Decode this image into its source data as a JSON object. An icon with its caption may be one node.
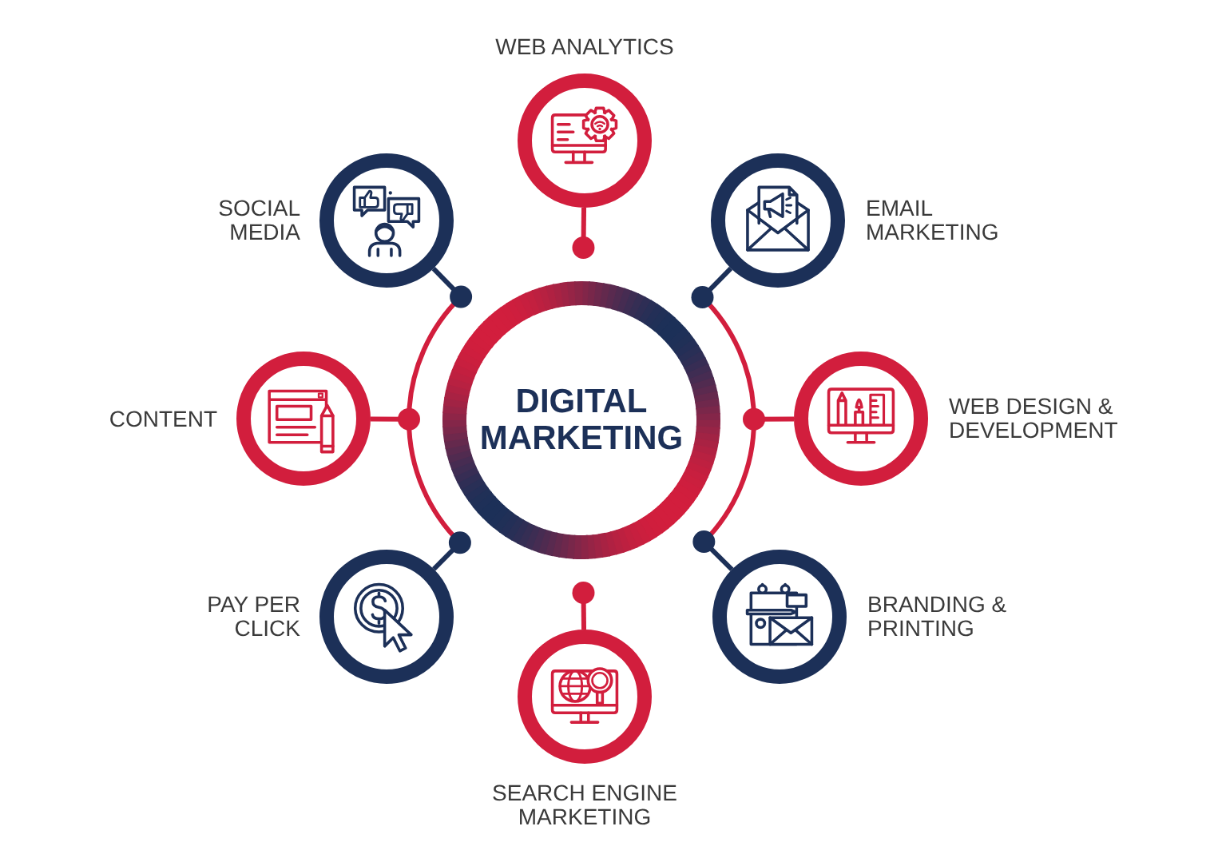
{
  "diagram": {
    "nodes": [
      {
        "text": [
          "WEB ANALYTICS"
        ]
      },
      {
        "text": [
          "SOCIAL MEDIA"
        ]
      },
      {
        "text": [
          "EMAIL MARKETING"
        ]
      },
      {
        "text": [
          "CONTENT"
        ]
      },
      {
        "text": [
          "DIGITAL MARKETING"
        ]
      },
      {
        "text": [
          "WEB DESIGN & DEVELOPMENT"
        ]
      },
      {
        "text": [
          "PAY PER CLICK"
        ]
      },
      {
        "text": [
          "BRANDING & PRINTING"
        ]
      },
      {
        "text": [
          "SEARCH ENGINE MARKETING"
        ]
      }
    ],
    "edges": [
      {
        "from": 0,
        "to": 4,
        "arrow": "other",
        "color": "#d21e3d"
      },
      {
        "from": 1,
        "to": 4,
        "arrow": "other",
        "color": "#1c3058"
      },
      {
        "from": 2,
        "to": 4,
        "arrow": "other",
        "color": "#1c3058"
      },
      {
        "from": 3,
        "to": 4,
        "arrow": "other",
        "color": "#d21e3d"
      },
      {
        "from": 5,
        "to": 4,
        "arrow": "other",
        "color": "#d21e3d"
      },
      {
        "from": 6,
        "to": 4,
        "arrow": "other",
        "color": "#1c3058"
      },
      {
        "from": 7,
        "to": 4,
        "arrow": "other",
        "color": "#1c3058"
      },
      {
        "from": 8,
        "to": 4,
        "arrow": "other",
        "color": "#d21e3d"
      }
    ]
  }
}
